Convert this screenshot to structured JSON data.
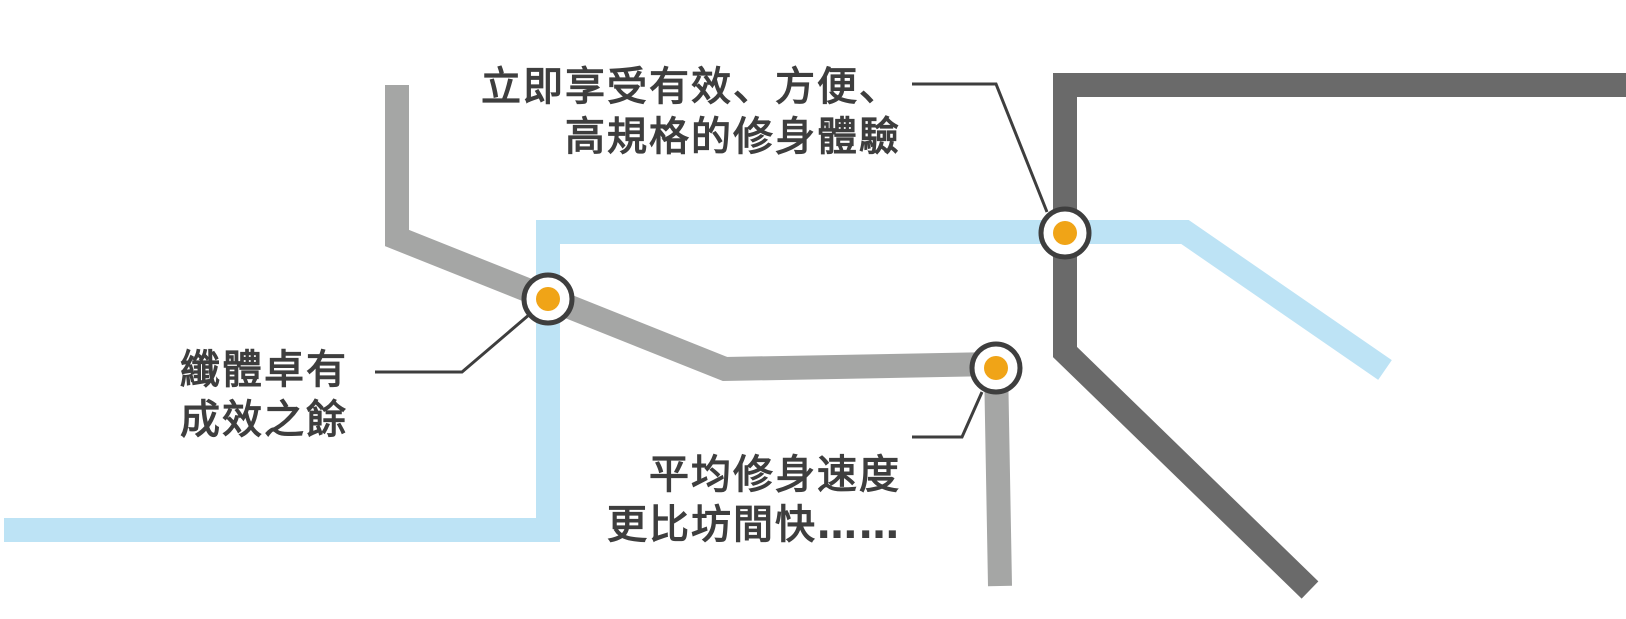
{
  "colors": {
    "light_blue_line": "#bde3f5",
    "light_gray_line": "#a5a6a5",
    "dark_gray_line": "#6a6a6a",
    "station_fill": "#f0a417",
    "station_ring": "#3e3e3e",
    "callout": "#3e3e3e"
  },
  "callouts": {
    "left": {
      "line1": "纖體卓有",
      "line2": "成效之餘"
    },
    "top": {
      "line1": "立即享受有效、方便、",
      "line2": "高規格的修身體驗"
    },
    "bottom": {
      "line1": "平均修身速度",
      "line2": "更比坊間快……"
    }
  }
}
